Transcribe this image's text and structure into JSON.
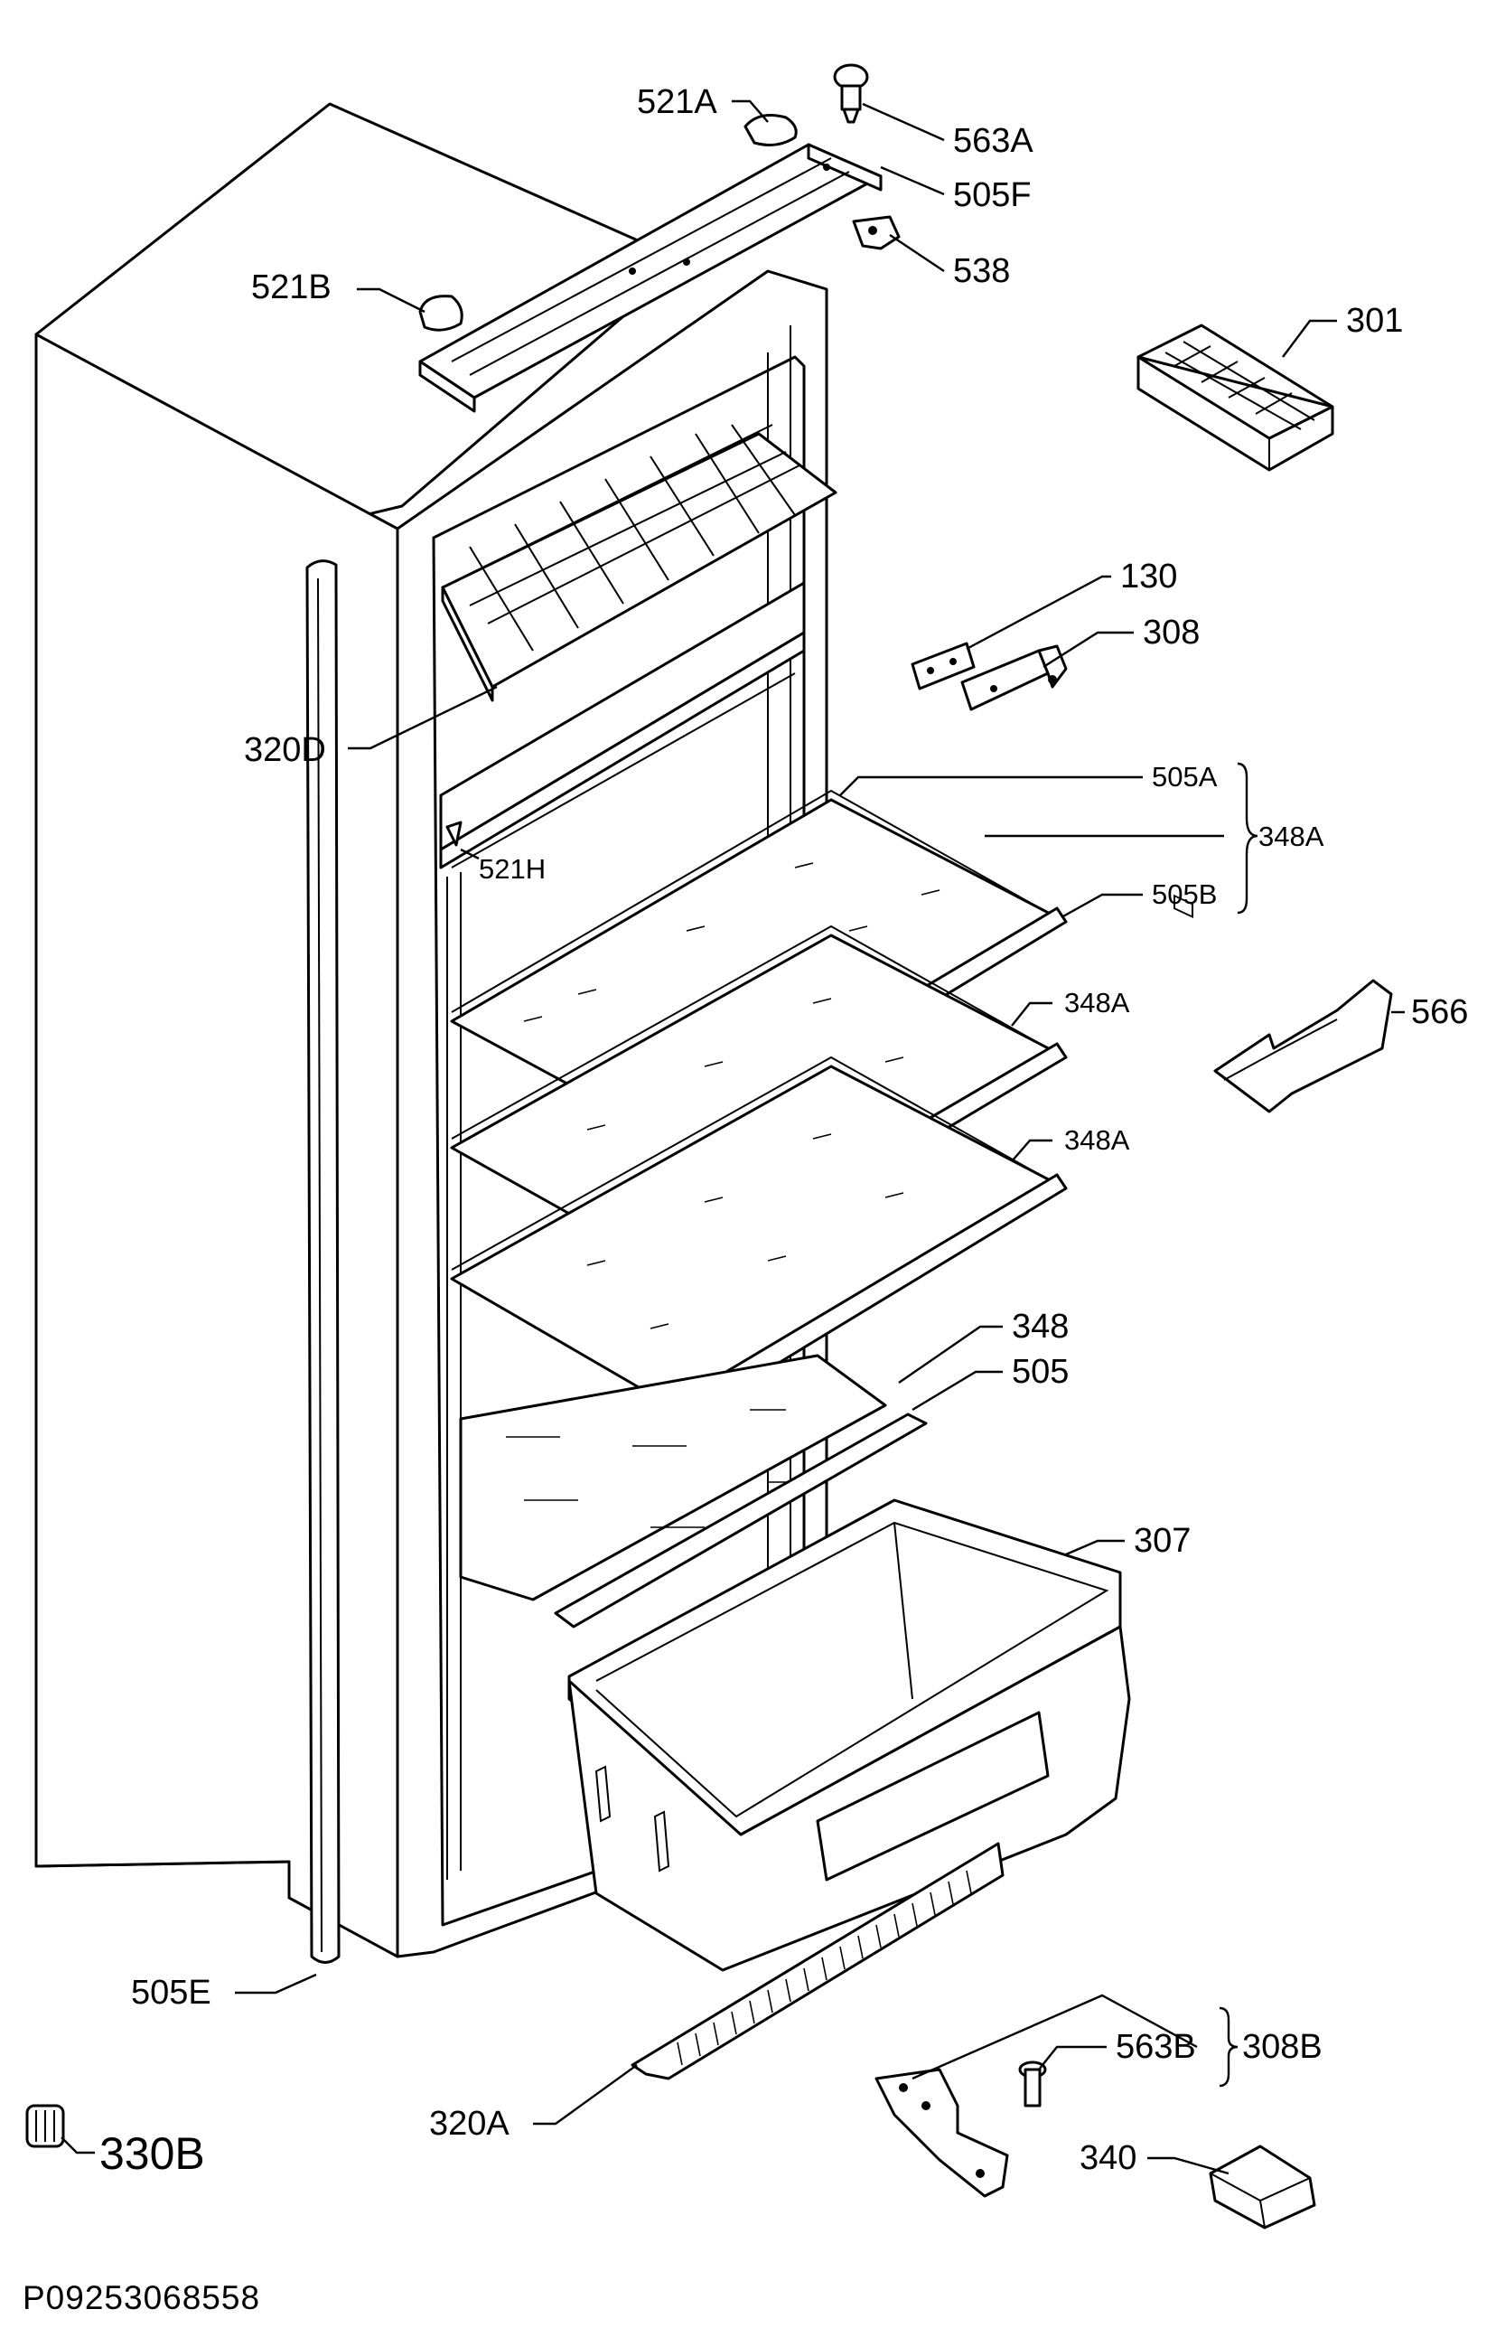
{
  "labels": {
    "l521A": "521A",
    "l563A": "563A",
    "l505F": "505F",
    "l538": "538",
    "l521B": "521B",
    "l301": "301",
    "l130": "130",
    "l308": "308",
    "l320D": "320D",
    "l505A": "505A",
    "l348A_group": "348A",
    "l505B": "505B",
    "l521H": "521H",
    "l348A_2": "348A",
    "l348A_3": "348A",
    "l566": "566",
    "l348": "348",
    "l505": "505",
    "l307": "307",
    "l505E": "505E",
    "l563B": "563B",
    "l308B": "308B",
    "l320A": "320A",
    "l330B": "330B",
    "l340": "340"
  },
  "document_number": "P09253068558"
}
